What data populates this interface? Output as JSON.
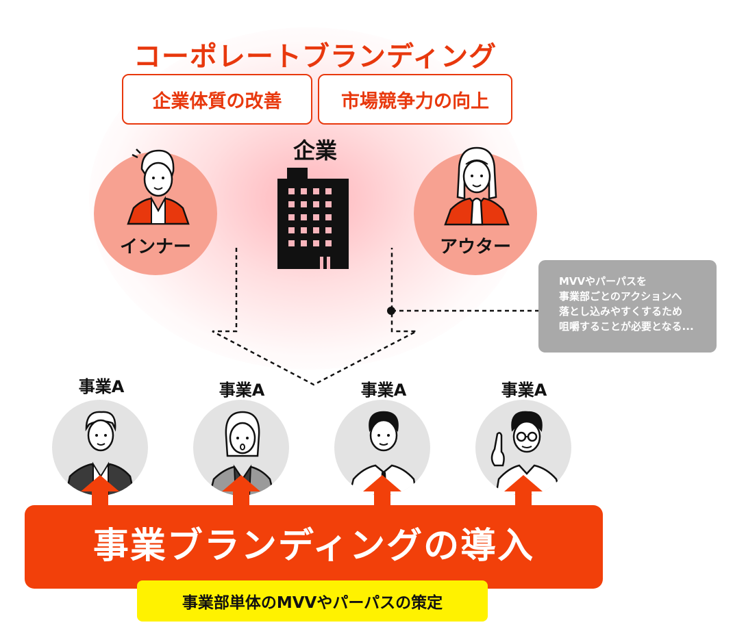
{
  "title": "コーポレートブランディング",
  "goals": [
    "企業体質の改善",
    "市場競争力の向上"
  ],
  "corporate_label": "企業",
  "inner_label": "インナー",
  "outer_label": "アウター",
  "note_lines": [
    "MVVやパーパスを",
    "事業部ごとのアクションへ",
    "落とし込みやすくするため",
    "咀嚼することが必要となる..."
  ],
  "business_units": [
    "事業A",
    "事業A",
    "事業A",
    "事業A"
  ],
  "banner_text": "事業ブランディングの導入",
  "sub_banner_text": "事業部単体のMVVやパーパスの策定",
  "colors": {
    "accent": "#e8380d",
    "banner": "#f2400a",
    "highlight": "#fff200",
    "role_circle": "#f7a191",
    "note_bg": "#a9a9a9",
    "unit_circle": "#e3e3e3"
  }
}
